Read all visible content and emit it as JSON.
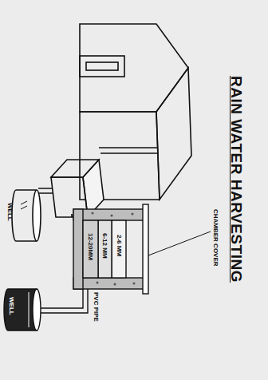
{
  "diagram": {
    "title": "RAIN WATER HARVESTING",
    "labels": [
      "CHAMBER COVER",
      "2-6 MM",
      "6-12 MM",
      "12-20MM",
      "PVC PIPE",
      "WELL",
      "WELL"
    ]
  }
}
